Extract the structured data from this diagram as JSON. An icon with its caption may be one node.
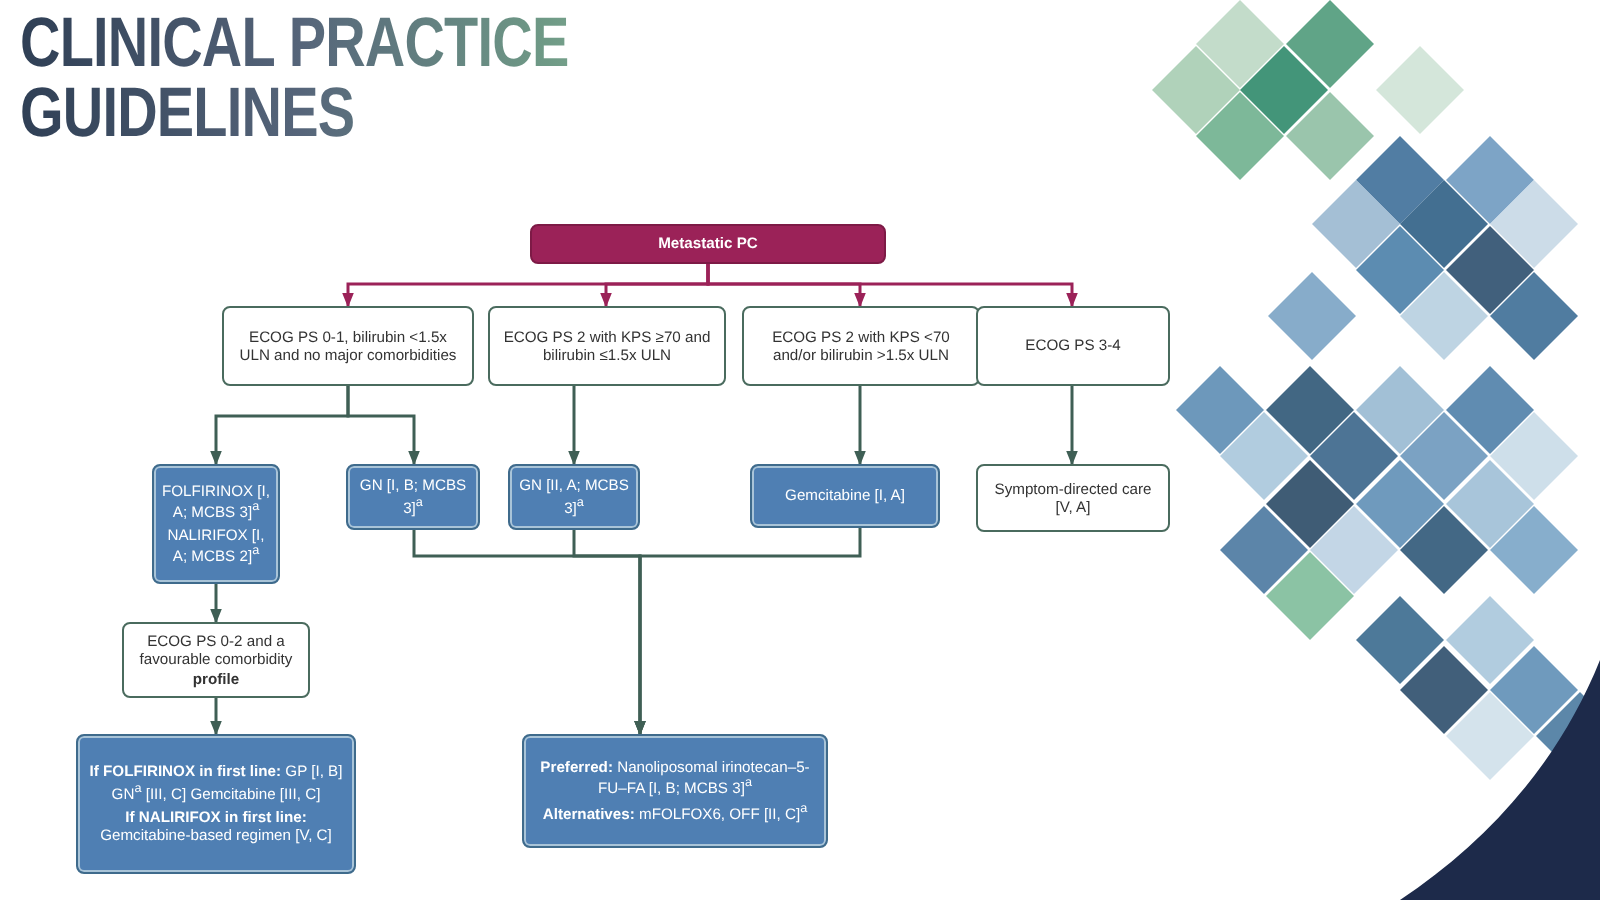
{
  "diagram": {
    "title": "CLINICAL PRACTICE GUIDELINES",
    "nodes": [
      {
        "text": [
          "Metastatic PC"
        ]
      },
      {
        "text": [
          "ECOG PS 0-1, bilirubin <1.5x ULN and no major comorbidities"
        ]
      },
      {
        "text": [
          "ECOG PS 2 with KPS ≥70 and bilirubin ≤1.5x ULN"
        ]
      },
      {
        "text": [
          "ECOG PS 2 with KPS <70 and/or bilirubin >1.5x ULN"
        ]
      },
      {
        "text": [
          "ECOG PS 3-4"
        ]
      },
      {
        "text": [
          "FOLFIRINOX [I, A; MCBS 3]$^{a}$",
          "NALIRIFOX [I, A; MCBS 2]$^{a}$"
        ]
      },
      {
        "text": [
          "GN [I, B; MCBS 3]$^{a}$"
        ]
      },
      {
        "text": [
          "GN [II, A; MCBS 3]$^{a}$"
        ]
      },
      {
        "text": [
          "Gemcitabine [I, A]"
        ]
      },
      {
        "text": [
          "Symptom-directed care [V, A]"
        ]
      },
      {
        "text": [
          "ECOG PS 0-2 and a favourable comorbidity **profile**"
        ]
      },
      {
        "text": [
          "**If FOLFIRINOX in first line:** GP [I, B] GN$^{a}$ [III, C] Gemcitabine [III, C]",
          "**If NALIRIFOX in first line:** Gemcitabine-based regimen [V, C]"
        ]
      },
      {
        "text": [
          "**Preferred:** Nanoliposomal irinotecan–5-FU–FA [I, B; MCBS 3]$^{a}$",
          "**Alternatives:** mFOLFOX6, OFF [II, C]$^{a}$"
        ]
      }
    ],
    "edges": [
      {
        "from": 0,
        "to": 1,
        "arrow": "to",
        "color": "#9b2258"
      },
      {
        "from": 0,
        "to": 2,
        "arrow": "to",
        "color": "#9b2258"
      },
      {
        "from": 0,
        "to": 3,
        "arrow": "to",
        "color": "#9b2258"
      },
      {
        "from": 0,
        "to": 4,
        "arrow": "to",
        "color": "#9b2258"
      },
      {
        "from": 1,
        "to": 5,
        "arrow": "to"
      },
      {
        "from": 1,
        "to": 6,
        "arrow": "to"
      },
      {
        "from": 2,
        "to": 7,
        "arrow": "to"
      },
      {
        "from": 3,
        "to": 8,
        "arrow": "to"
      },
      {
        "from": 4,
        "to": 9,
        "arrow": "to"
      },
      {
        "from": 5,
        "to": 10,
        "arrow": "to"
      },
      {
        "from": 10,
        "to": 11,
        "arrow": "to"
      },
      {
        "from": 6,
        "to": 12,
        "arrow": "to"
      },
      {
        "from": 7,
        "to": 12,
        "arrow": "to"
      },
      {
        "from": 8,
        "to": 12,
        "arrow": "to"
      }
    ]
  }
}
